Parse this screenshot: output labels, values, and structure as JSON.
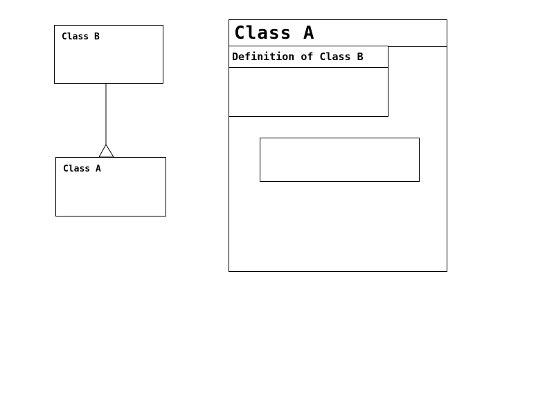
{
  "diagram": {
    "class_b_box": {
      "label": "Class B"
    },
    "class_a_box": {
      "label": "Class A"
    },
    "relationship": {
      "type": "inheritance-hollow-triangle"
    },
    "detail_box": {
      "title": "Class A",
      "definition_box": {
        "label": "Definition of Class B"
      }
    },
    "colors": {
      "stroke": "#000000",
      "background": "#ffffff",
      "text": "#000000"
    }
  }
}
